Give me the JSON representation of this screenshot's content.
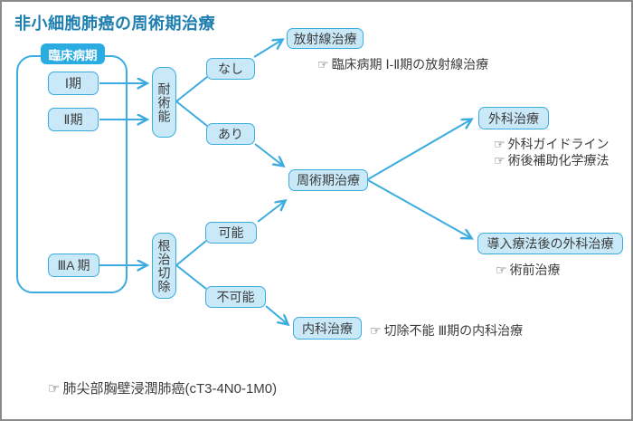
{
  "title": "非小細胞肺癌の周術期治療",
  "colors": {
    "accent": "#2aace3",
    "line": "#3aacdf",
    "node_fill": "#c9e9f8",
    "title_text": "#1d7eb0",
    "body_text": "#3c3c3c",
    "frame_border": "#8a8a8a"
  },
  "nodes": {
    "clinical_stage": "臨床病期",
    "stage_1": "Ⅰ期",
    "stage_2": "Ⅱ期",
    "stage_3a": "ⅢA 期",
    "operative_tolerance": "耐術能",
    "tolerance_no": "なし",
    "tolerance_yes": "あり",
    "radiotherapy": "放射線治療",
    "perioperative_treatment": "周術期治療",
    "surgery": "外科治療",
    "surgery_after_induction": "導入療法後の外科治療",
    "curative_resection": "根治切除",
    "resection_possible": "可能",
    "resection_impossible": "不可能",
    "medical_treatment": "内科治療"
  },
  "references": {
    "icon": "☞",
    "radiotherapy": "臨床病期 Ⅰ-Ⅱ期の放射線治療",
    "surgery_guideline": "外科ガイドライン",
    "adjuvant_chemotherapy": "術後補助化学療法",
    "preoperative_treatment": "術前治療",
    "unresectable_stage3": "切除不能 Ⅲ期の内科治療",
    "footnote": "肺尖部胸壁浸潤肺癌(cT3-4N0-1M0)"
  }
}
